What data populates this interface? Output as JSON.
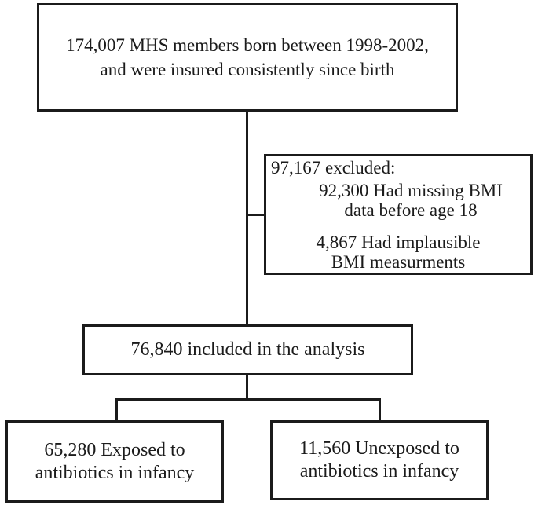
{
  "figure": {
    "type": "study-flow-diagram",
    "boxes": {
      "cohort": {
        "line1": "174,007 MHS members born between 1998-2002,",
        "line2": "and were insured consistently since birth"
      },
      "excluded": {
        "header": "97,167 excluded:",
        "items": [
          {
            "line1": "92,300 Had missing BMI",
            "line2": "data before age 18"
          },
          {
            "line1": "4,867 Had implausible",
            "line2": "BMI measurments"
          }
        ]
      },
      "included": {
        "text": "76,840 included in the analysis"
      },
      "exposed": {
        "line1": "65,280 Exposed to",
        "line2": "antibiotics in infancy"
      },
      "unexposed": {
        "line1": "11,560 Unexposed to",
        "line2": "antibiotics in infancy"
      }
    }
  },
  "colors": {
    "background": "#ffffff",
    "line": "#1b1b1b",
    "text": "#1b1b1b"
  }
}
